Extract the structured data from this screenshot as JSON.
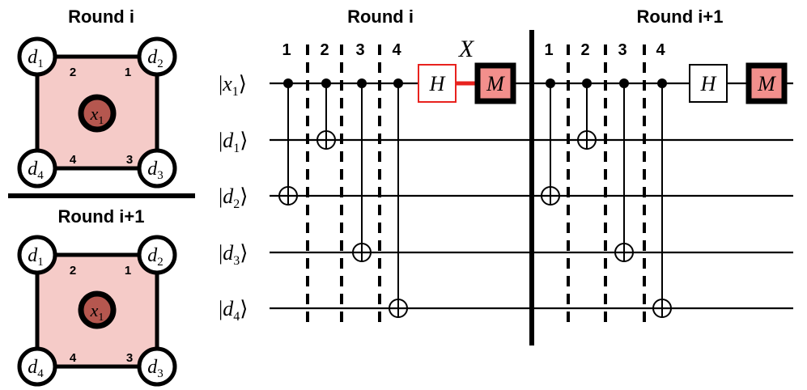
{
  "colors": {
    "plaquette_fill": "#f5cbc8",
    "ancilla_fill": "#b5574f",
    "measure_fill": "#f28f8c",
    "error_red": "#e8221e",
    "ink": "#000000"
  },
  "plaquettes": {
    "top_title": "Round i",
    "bottom_title": "Round i+1",
    "data_qubits": [
      {
        "base": "d",
        "sub": "1"
      },
      {
        "base": "d",
        "sub": "2"
      },
      {
        "base": "d",
        "sub": "3"
      },
      {
        "base": "d",
        "sub": "4"
      }
    ],
    "ancilla": {
      "base": "x",
      "sub": "1"
    },
    "corner_order": [
      "2",
      "1",
      "3",
      "4"
    ]
  },
  "circuit": {
    "round_titles": [
      "Round i",
      "Round i+1"
    ],
    "step_labels": [
      "1",
      "2",
      "3",
      "4"
    ],
    "wires": [
      {
        "base": "x",
        "sub": "1"
      },
      {
        "base": "d",
        "sub": "1"
      },
      {
        "base": "d",
        "sub": "2"
      },
      {
        "base": "d",
        "sub": "3"
      },
      {
        "base": "d",
        "sub": "4"
      }
    ],
    "hadamard_label": "H",
    "measure_label": "M",
    "error_label": "X",
    "cnot_targets": [
      2,
      1,
      3,
      4
    ]
  }
}
